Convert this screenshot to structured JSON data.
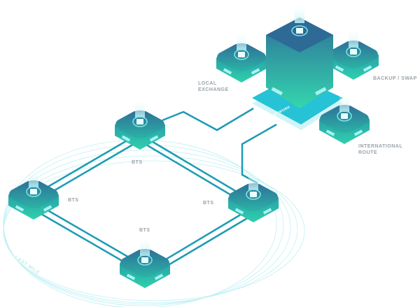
{
  "labels": {
    "local_exchange": [
      "LOCAL",
      "EXCHANGE"
    ],
    "backup_swap": "BACKUP / SWAP",
    "international_route": [
      "INTERNATIONAL",
      "ROUTE"
    ],
    "core": "CORE NETWORK",
    "bts_top": "BTS",
    "bts_left": "BTS",
    "bts_right": "BTS",
    "bts_bottom": "BTS",
    "last_mile": "LAST MILE"
  },
  "colors": {
    "line": "#1d9bb3",
    "node_top": "#2a7f9a",
    "node_bottom": "#2fc7a8",
    "platform": "#26c2d6"
  }
}
